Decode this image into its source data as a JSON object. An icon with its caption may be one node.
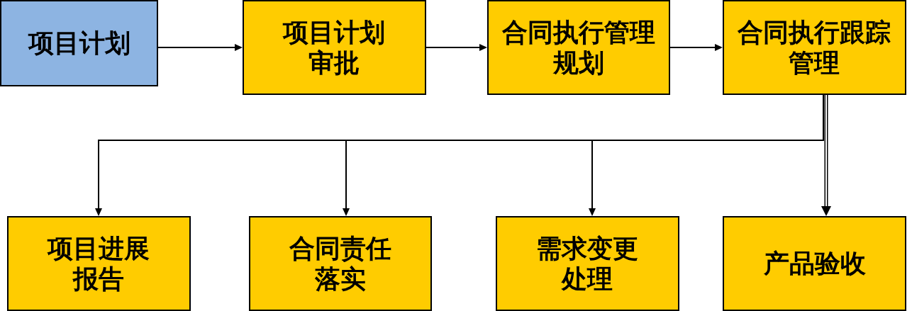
{
  "diagram": {
    "nodes": [
      {
        "text": [
          "项目计划"
        ]
      },
      {
        "text": [
          "项目计划审批"
        ]
      },
      {
        "text": [
          "合同执行管理规划"
        ]
      },
      {
        "text": [
          "合同执行跟踪管理"
        ]
      },
      {
        "text": [
          "项目进展报告"
        ]
      },
      {
        "text": [
          "合同责任落实"
        ]
      },
      {
        "text": [
          "需求变更处理"
        ]
      },
      {
        "text": [
          "产品验收"
        ]
      }
    ],
    "edges": [
      {
        "from": 0,
        "to": 1,
        "arrow": "to"
      },
      {
        "from": 1,
        "to": 2,
        "arrow": "to"
      },
      {
        "from": 2,
        "to": 3,
        "arrow": "to"
      },
      {
        "from": 3,
        "to": 7,
        "arrow": "to",
        "style": "thick"
      },
      {
        "from": 3,
        "to": 4,
        "arrow": "to"
      },
      {
        "from": 3,
        "to": 5,
        "arrow": "to"
      },
      {
        "from": 3,
        "to": 6,
        "arrow": "to"
      }
    ]
  }
}
